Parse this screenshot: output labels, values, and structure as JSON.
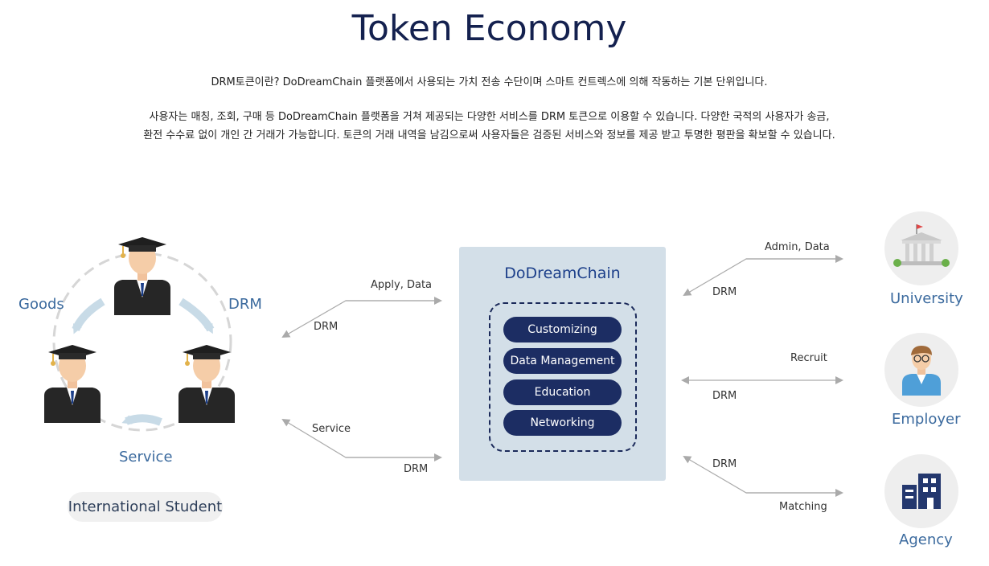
{
  "header": {
    "title": "Token Economy",
    "desc_line1": "DRM토큰이란? DoDreamChain 플랫폼에서 사용되는 가치 전송 수단이며 스마트 컨트렉스에 의해 작동하는 기본 단위입니다.",
    "desc_line2": "사용자는 매칭, 조회, 구매 등 DoDreamChain 플랫폼을 거쳐 제공되는 다양한 서비스를 DRM 토큰으로 이용할 수 있습니다. 다양한 국적의 사용자가 송금,",
    "desc_line3": "환전 수수료 없이 개인 간 거래가 가능합니다. 토큰의 거래 내역을 남김으로써 사용자들은 검증된 서비스와 정보를 제공 받고 투명한 평판을 확보할 수 있습니다."
  },
  "student_cycle": {
    "goods": "Goods",
    "drm": "DRM",
    "service": "Service",
    "tag": "International Student"
  },
  "flows_left": {
    "top_forward": "Apply, Data",
    "top_back": "DRM",
    "bottom_back": "Service",
    "bottom_forward": "DRM"
  },
  "chain": {
    "title": "DoDreamChain",
    "modules": [
      "Customizing",
      "Data Management",
      "Education",
      "Networking"
    ]
  },
  "flows_right": {
    "university_forward": "Admin, Data",
    "university_back": "DRM",
    "employer_forward": "Recruit",
    "employer_back": "DRM",
    "agency_back": "DRM",
    "agency_forward": "Matching"
  },
  "parties": {
    "university": "University",
    "employer": "Employer",
    "agency": "Agency"
  },
  "colors": {
    "title": "#14214f",
    "party_label": "#3b6a9e",
    "chain_bg": "#d3dfe8",
    "module_pill": "#1c2d63",
    "arrow": "#aaaaaa"
  }
}
